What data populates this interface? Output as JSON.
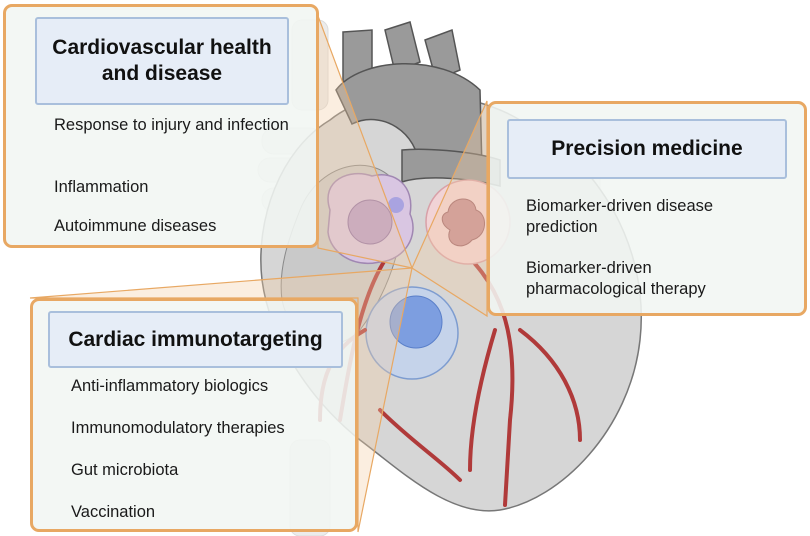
{
  "panels": {
    "cardiovascular": {
      "title": "Cardiovascular health and disease",
      "items": [
        "Response to injury and infection",
        "Inflammation",
        "Autoimmune diseases"
      ]
    },
    "precision": {
      "title": "Precision medicine",
      "items": [
        "Biomarker-driven disease prediction",
        "Biomarker-driven pharmacological therapy"
      ]
    },
    "immunotargeting": {
      "title": "Cardiac immunotargeting",
      "items": [
        "Anti-inflammatory biologics",
        "Immunomodulatory therapies",
        "Gut microbiota",
        "Vaccination"
      ]
    }
  },
  "colors": {
    "panel_border": "#e8a863",
    "title_fill": "#e6edf7",
    "title_border": "#a9bfdc",
    "heart_fill": "#d8d8d8",
    "vessel_red": "#b03a3a"
  }
}
